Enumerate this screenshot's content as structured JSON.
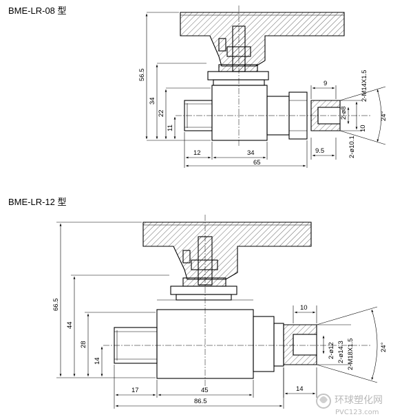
{
  "views": [
    {
      "model": "BME-LR-08 型",
      "dims": {
        "h_total": "56.5",
        "h_body": "34",
        "h_mid": "22",
        "h_pipe": "11",
        "w_pipe": "12",
        "w_body": "34",
        "w_total": "65",
        "w_nut": "9",
        "w_nut2": "9.5",
        "thread": "2-M14X1.5",
        "bore": "2-ø8",
        "odia": "2-ø10.1",
        "len": "10",
        "angle": "24°"
      }
    },
    {
      "model": "BME-LR-12 型",
      "dims": {
        "h_total": "66.5",
        "h_body": "44",
        "h_mid": "28",
        "h_pipe": "14",
        "w_pipe": "17",
        "w_body": "45",
        "w_total": "86.5",
        "w_nut": "10",
        "w_nut2": "14",
        "thread": "2-M18X1.5",
        "bore": "2-ø12",
        "odia": "2-ø14.3",
        "angle": "24°"
      }
    }
  ],
  "watermark": {
    "name": "环球塑化网",
    "url": "PVC123.com"
  }
}
